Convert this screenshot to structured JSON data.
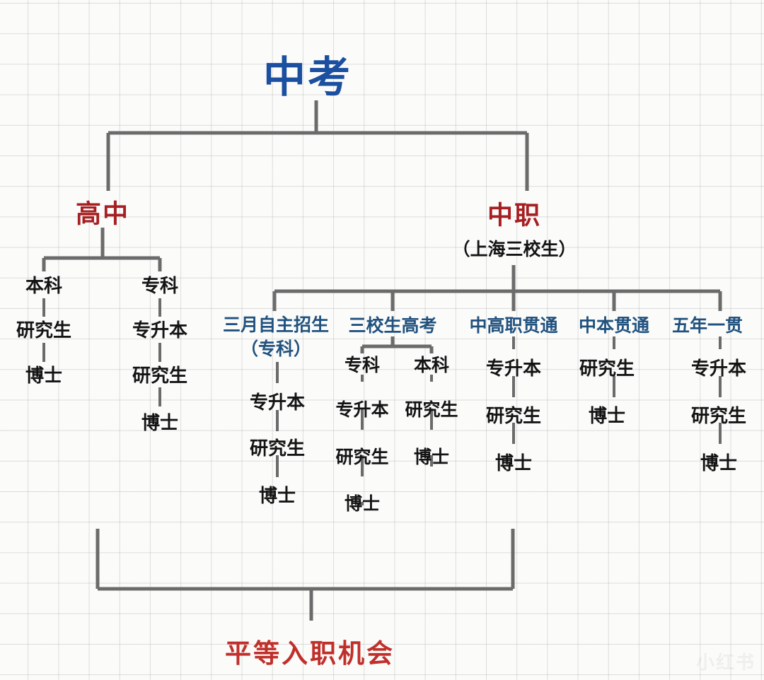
{
  "diagram": {
    "title": "中考",
    "footer": "平等入职机会",
    "watermark": "小红书",
    "colors": {
      "root": "#1b4fa0",
      "level1": "#a61f22",
      "track": "#21527f",
      "step": "#141414",
      "footer": "#c0302b",
      "connector": "#6b6b6b",
      "background": "#fbfbfa",
      "grid": "#aaaaaa"
    },
    "branches": [
      {
        "id": "senior-high",
        "label": "高中",
        "subtitle": "",
        "tracks": [
          {
            "id": "benke",
            "label": "本科",
            "steps": [
              "研究生",
              "博士"
            ]
          },
          {
            "id": "zhuanke",
            "label": "专科",
            "steps": [
              "专升本",
              "研究生",
              "博士"
            ]
          }
        ]
      },
      {
        "id": "vocational",
        "label": "中职",
        "subtitle": "（上海三校生）",
        "tracks": [
          {
            "id": "march-admission",
            "label_line1": "三月自主招生",
            "label_line2": "（专科）",
            "steps": [
              "专升本",
              "研究生",
              "博士"
            ]
          },
          {
            "id": "sanxiaosheng-gaokao",
            "label_line1": "三校生高考",
            "label_line2": "",
            "subtracks": [
              {
                "id": "sxs-zhuanke",
                "label": "专科",
                "steps": [
                  "专升本",
                  "研究生",
                  "博士"
                ]
              },
              {
                "id": "sxs-benke",
                "label": "本科",
                "steps": [
                  "研究生",
                  "博士"
                ]
              }
            ]
          },
          {
            "id": "zhonggaozhi-guantong",
            "label_line1": "中高职贯通",
            "label_line2": "",
            "steps": [
              "专升本",
              "研究生",
              "博士"
            ]
          },
          {
            "id": "zhongben-guantong",
            "label_line1": "中本贯通",
            "label_line2": "",
            "steps": [
              "研究生",
              "博士"
            ]
          },
          {
            "id": "wunian-yiguan",
            "label_line1": "五年一贯",
            "label_line2": "",
            "steps": [
              "专升本",
              "研究生",
              "博士"
            ]
          }
        ]
      }
    ]
  }
}
